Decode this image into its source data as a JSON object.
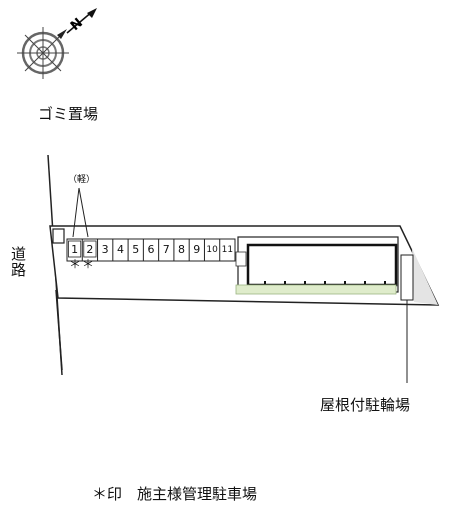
{
  "compass": {
    "north_label": "N"
  },
  "labels": {
    "garbage": "ゴミ置場",
    "road": "道路",
    "light_car": "（軽）",
    "bicycle_parking": "屋根付駐輪場",
    "legend": "＊印　施主様管理駐車場"
  },
  "parking": {
    "spaces": [
      "1",
      "2",
      "3",
      "4",
      "5",
      "6",
      "7",
      "8",
      "9",
      "10",
      "11"
    ],
    "owner_marks": [
      "＊",
      "＊"
    ]
  }
}
